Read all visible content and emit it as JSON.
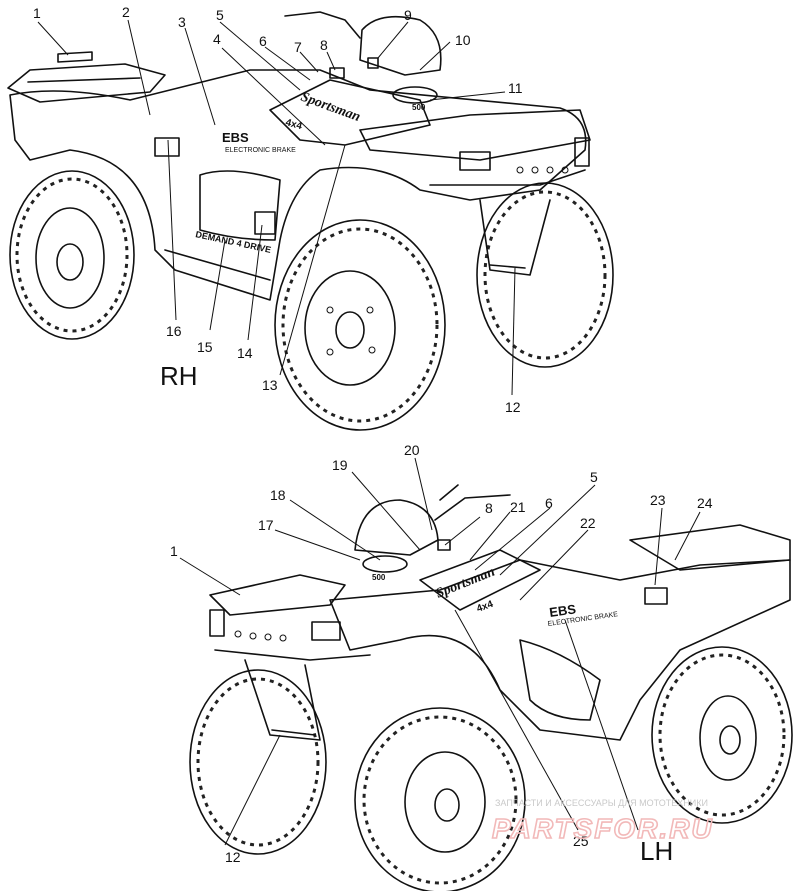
{
  "views": {
    "rh": {
      "label": "RH"
    },
    "lh": {
      "label": "LH"
    }
  },
  "decals": {
    "model_name": "Sportsman",
    "brake_badge": "EBS",
    "drive_badge": "DEMAND 4 DRIVE",
    "displacement": "500",
    "fourx4_badge": "4x4"
  },
  "rh_callouts": [
    "1",
    "2",
    "3",
    "4",
    "5",
    "6",
    "7",
    "8",
    "9",
    "10",
    "11",
    "12",
    "13",
    "14",
    "15",
    "16"
  ],
  "lh_callouts": [
    "1",
    "5",
    "6",
    "8",
    "12",
    "17",
    "18",
    "19",
    "20",
    "21",
    "22",
    "23",
    "24",
    "25"
  ],
  "watermark": {
    "caption": "ЗАПЧАСТИ И АКСЕССУАРЫ ДЛЯ МОТОТЕХНИКИ",
    "site": "PARTSFOR.RU"
  }
}
